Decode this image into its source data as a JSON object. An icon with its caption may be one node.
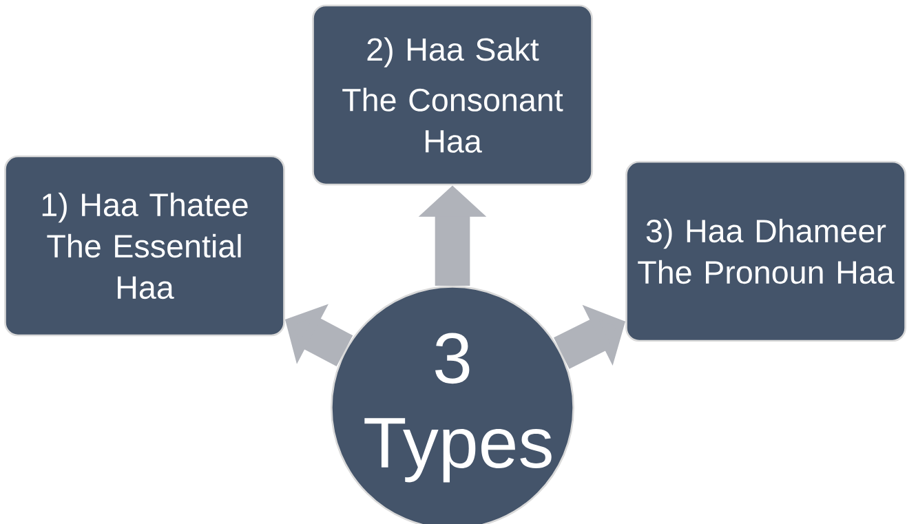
{
  "diagram": {
    "nodes": [
      {
        "text": [
          "1) Haa Thatee",
          "The Essential Haa"
        ]
      },
      {
        "text": [
          "2) Haa Sakt",
          "The Consonant Haa"
        ]
      },
      {
        "text": [
          "3) Haa Dhameer",
          "The Pronoun Haa"
        ]
      },
      {
        "text": [
          "3 Types"
        ]
      }
    ],
    "edges": [
      {
        "from": 3,
        "to": 0,
        "arrow": "to"
      },
      {
        "from": 3,
        "to": 1,
        "arrow": "to"
      },
      {
        "from": 3,
        "to": 2,
        "arrow": "to"
      }
    ]
  }
}
